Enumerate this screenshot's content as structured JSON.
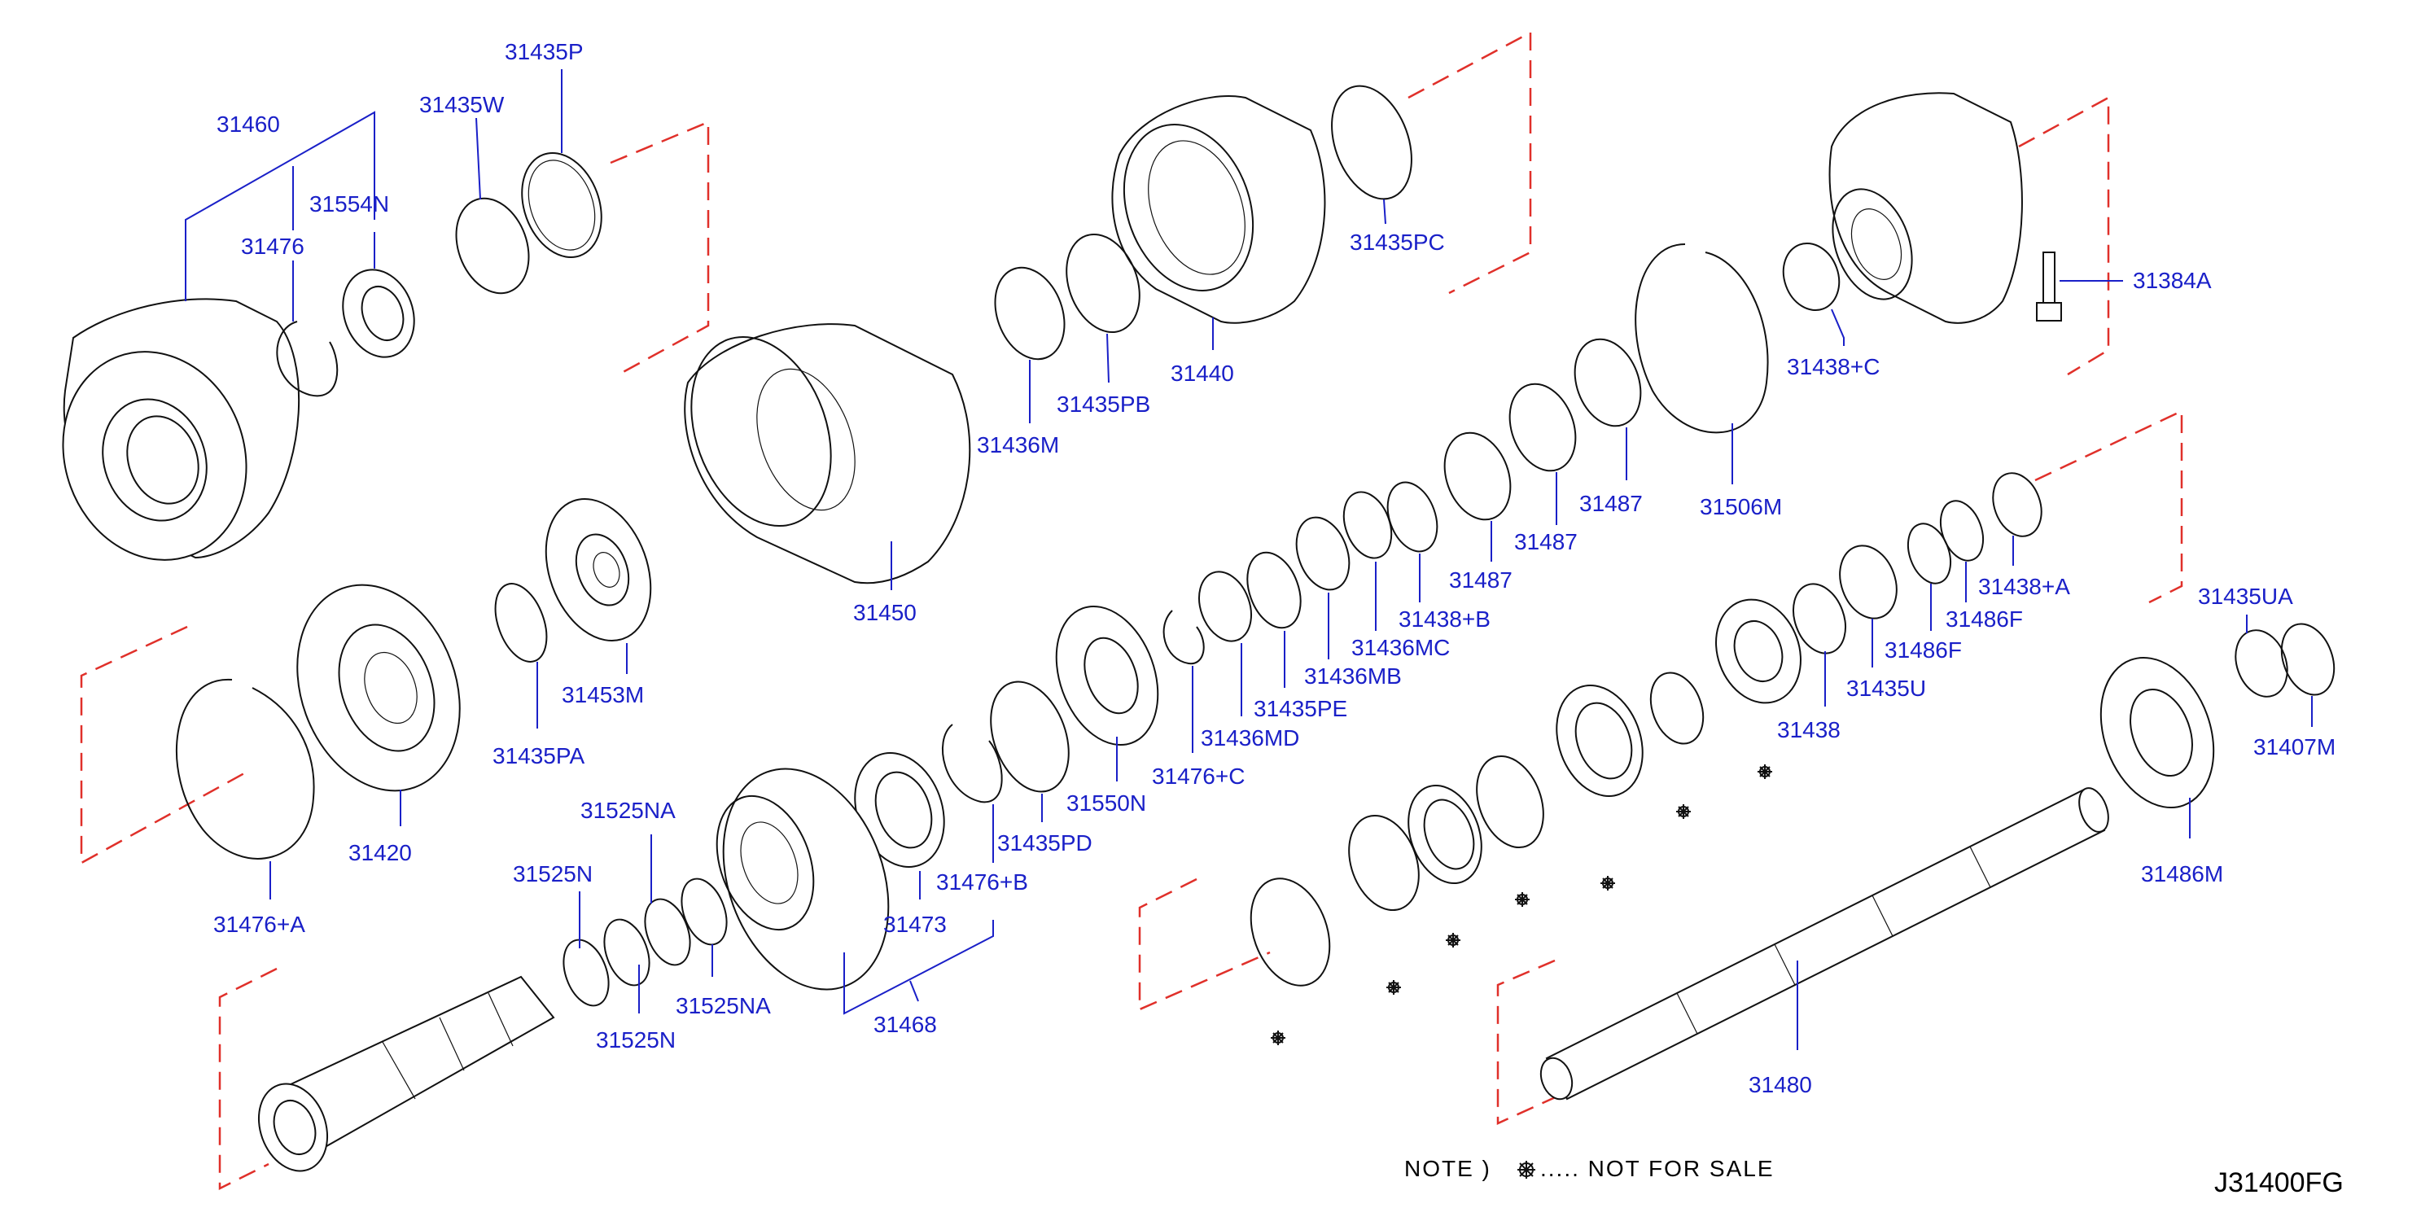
{
  "diagram_code": "J31400FG",
  "note": {
    "prefix": "NOTE )",
    "symbol_name": "not-for-sale-mark-icon",
    "text": "..... NOT FOR SALE"
  },
  "colors": {
    "label": "#1a20c8",
    "leader": "#1a20c8",
    "reference_frame": "#e0302a",
    "outline": "#111111"
  },
  "callouts": [
    {
      "id": "c1",
      "label": "31460"
    },
    {
      "id": "c2",
      "label": "31476"
    },
    {
      "id": "c3",
      "label": "31554N"
    },
    {
      "id": "c4",
      "label": "31435W"
    },
    {
      "id": "c5",
      "label": "31435P"
    },
    {
      "id": "c6",
      "label": "31435PC"
    },
    {
      "id": "c7",
      "label": "31440"
    },
    {
      "id": "c8",
      "label": "31435PB"
    },
    {
      "id": "c9",
      "label": "31436M"
    },
    {
      "id": "c10",
      "label": "31384A"
    },
    {
      "id": "c11",
      "label": "31438+C"
    },
    {
      "id": "c12",
      "label": "31506M"
    },
    {
      "id": "c13",
      "label": "31487"
    },
    {
      "id": "c14",
      "label": "31487"
    },
    {
      "id": "c15",
      "label": "31487"
    },
    {
      "id": "c16",
      "label": "31438+B"
    },
    {
      "id": "c17",
      "label": "31436MC"
    },
    {
      "id": "c18",
      "label": "31436MB"
    },
    {
      "id": "c19",
      "label": "31435PE"
    },
    {
      "id": "c20",
      "label": "31436MD"
    },
    {
      "id": "c21",
      "label": "31476+C"
    },
    {
      "id": "c22",
      "label": "31550N"
    },
    {
      "id": "c23",
      "label": "31435PD"
    },
    {
      "id": "c24",
      "label": "31476+B"
    },
    {
      "id": "c25",
      "label": "31473"
    },
    {
      "id": "c26",
      "label": "31468"
    },
    {
      "id": "c27",
      "label": "31450"
    },
    {
      "id": "c28",
      "label": "31453M"
    },
    {
      "id": "c29",
      "label": "31435PA"
    },
    {
      "id": "c30",
      "label": "31420"
    },
    {
      "id": "c31",
      "label": "31476+A"
    },
    {
      "id": "c32",
      "label": "31525NA"
    },
    {
      "id": "c33",
      "label": "31525N"
    },
    {
      "id": "c34",
      "label": "31525N"
    },
    {
      "id": "c35",
      "label": "31525NA"
    },
    {
      "id": "c36",
      "label": "31438+A"
    },
    {
      "id": "c37",
      "label": "31486F"
    },
    {
      "id": "c38",
      "label": "31486F"
    },
    {
      "id": "c39",
      "label": "31435U"
    },
    {
      "id": "c40",
      "label": "31438"
    },
    {
      "id": "c41",
      "label": "31435UA"
    },
    {
      "id": "c42",
      "label": "31407M"
    },
    {
      "id": "c43",
      "label": "31486M"
    },
    {
      "id": "c44",
      "label": "31480"
    }
  ]
}
